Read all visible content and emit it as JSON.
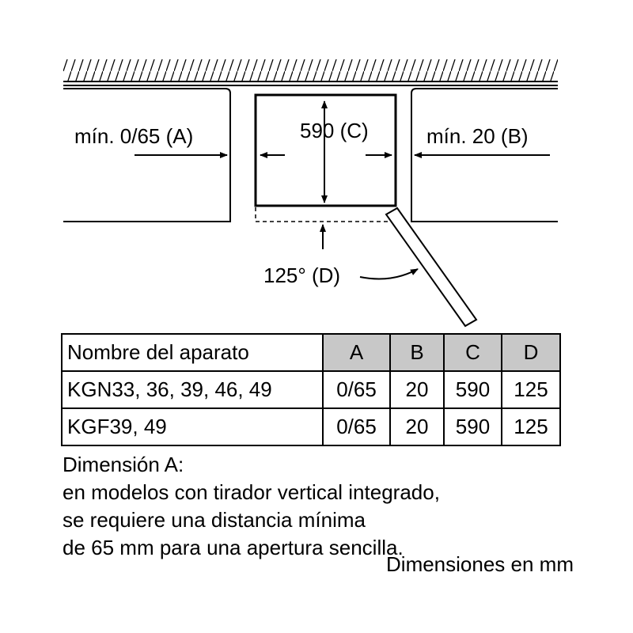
{
  "diagram": {
    "label_a": "mín. 0/65 (A)",
    "label_c": "590 (C)",
    "label_b": "mín. 20 (B)",
    "label_d": "125° (D)"
  },
  "table": {
    "headers": [
      "Nombre del aparato",
      "A",
      "B",
      "C",
      "D"
    ],
    "rows": [
      [
        "KGN33, 36, 39, 46, 49",
        "0/65",
        "20",
        "590",
        "125"
      ],
      [
        "KGF39, 49",
        "0/65",
        "20",
        "590",
        "125"
      ]
    ],
    "header_color": "#c8c8c8"
  },
  "note": {
    "lines": [
      "Dimensión A:",
      "en modelos con tirador vertical integrado,",
      "se requiere una distancia mínima",
      "de 65 mm para una apertura sencilla."
    ],
    "units": "Dimensiones en mm"
  }
}
